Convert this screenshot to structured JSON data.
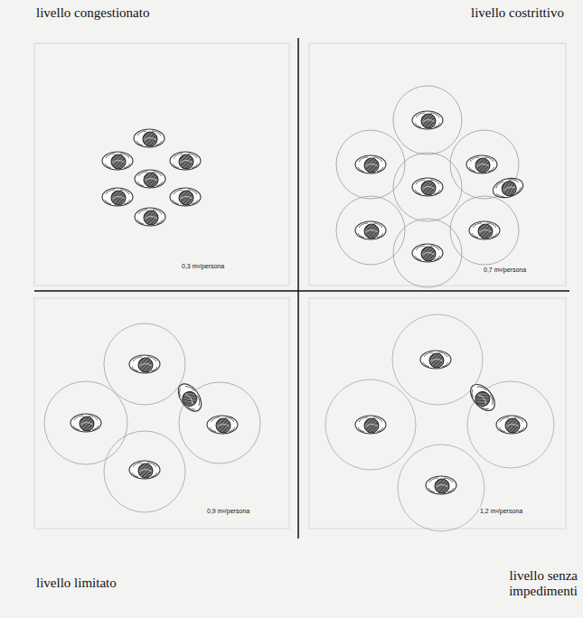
{
  "diagram": {
    "labels": [
      "livello congestionato",
      "livello costrittivo",
      "0,3 m²/persona",
      "0,7 m²/persona",
      "0,9 m²/persona",
      "1,2 m²/persona",
      "livello limitato",
      "livello senza impedimenti"
    ]
  }
}
